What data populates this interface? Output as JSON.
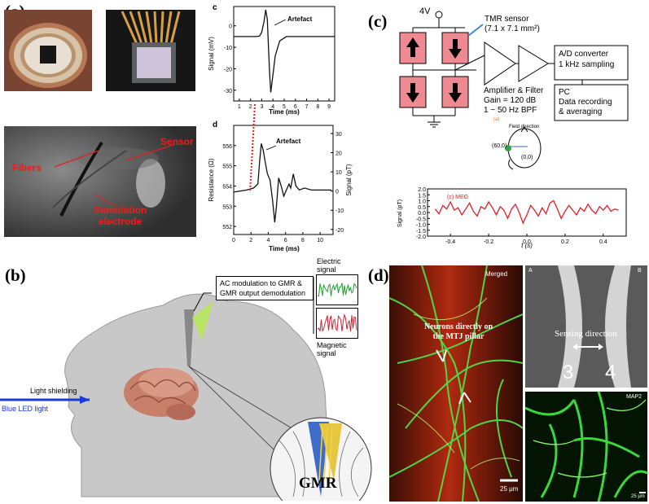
{
  "panel_a": {
    "label": "(a)",
    "micro": {
      "fibers": "Fibers",
      "sensor": "Sensor",
      "stim1": "Stimulation",
      "stim2": "electrode"
    },
    "chart_c": {
      "letter": "c",
      "ylabel": "Signal (mV)",
      "xlabel": "Time (ms)",
      "annotation": "Artefact",
      "yticks": [
        "0",
        "-10",
        "-20",
        "-30"
      ],
      "xticks": [
        "1",
        "2",
        "3",
        "4",
        "5",
        "6",
        "7",
        "8",
        "9"
      ]
    },
    "chart_d": {
      "letter": "d",
      "ylabel_left": "Resistance (Ω)",
      "ylabel_right": "Signal (pT)",
      "xlabel": "Time (ms)",
      "annotation": "Artefact",
      "yticks_left": [
        "556",
        "555",
        "554",
        "553",
        "552"
      ],
      "yticks_right": [
        "30",
        "20",
        "10",
        "0",
        "-10",
        "-20"
      ],
      "xticks": [
        "0",
        "2",
        "4",
        "6",
        "8",
        "10"
      ]
    }
  },
  "panel_b": {
    "label": "(b)",
    "ac_modulation_1": "AC modulation to GMR &",
    "ac_modulation_2": "GMR output demodulation",
    "electric_1": "Electric",
    "electric_2": "signal",
    "magnetic_1": "Magnetic",
    "magnetic_2": "signal",
    "light_shielding": "Light shielding",
    "blue_led": "Blue LED light",
    "gmr": "GMR",
    "colors": {
      "electric": "#2a9a3a",
      "magnetic": "#cc2233",
      "led": "#1a3ad8",
      "head": "#c8c8c8"
    }
  },
  "panel_c": {
    "label": "(c)",
    "voltage": "4V",
    "tmr_1": "TMR sensor",
    "tmr_2": "(7.1 x 7.1 mm²)",
    "adc_1": "A/D converter",
    "adc_2": "1 kHz sampling",
    "amp_1": "Amplifier & Filter",
    "amp_2": "Gain = 120 dB",
    "amp_3": "1 ~ 50 Hz BPF",
    "pc_1": "PC",
    "pc_2": "Data recording",
    "pc_3": "& averaging",
    "sub_a": "(a)",
    "field_direction": "Field direction",
    "coord_1": "(60,0)",
    "coord_2": "(0,0)",
    "meg_chart": {
      "legend": "(c) MEG",
      "ylabel": "Signal (pT)",
      "xlabel": "t (s)",
      "yticks": [
        "2.0",
        "1.5",
        "1.0",
        "0.5",
        "0.0",
        "-0.5",
        "-1.0",
        "-1.5",
        "-2.0"
      ],
      "xticks": [
        "-0.4",
        "-0.2",
        "0.0",
        "0.2",
        "0.4"
      ]
    },
    "colors": {
      "bridge": "#f08a92",
      "meg": "#e0202a"
    }
  },
  "panel_d": {
    "label": "(d)",
    "merged": "Merged",
    "neurons_1": "Neurons directly on",
    "neurons_2": "the MTJ pillar",
    "scale_left": "25 μm",
    "sub_a": "A",
    "sub_b": "B",
    "sensing_direction": "Sensing direction",
    "num_3": "3",
    "num_4": "4",
    "map2": "MAP2",
    "scale_right": "25 μm"
  },
  "chart_data": [
    {
      "type": "line",
      "title": "c",
      "xlabel": "Time (ms)",
      "ylabel": "Signal (mV)",
      "xlim": [
        0.5,
        9.5
      ],
      "ylim": [
        -35,
        9
      ],
      "series": [
        {
          "values": [
            [
              0.5,
              -5
            ],
            [
              2.4,
              -5
            ],
            [
              2.8,
              -4.8
            ],
            [
              3.0,
              -3
            ],
            [
              3.2,
              2
            ],
            [
              3.35,
              7.5
            ],
            [
              3.5,
              3
            ],
            [
              3.6,
              -10
            ],
            [
              3.7,
              -22
            ],
            [
              3.8,
              -31
            ],
            [
              3.95,
              -25
            ],
            [
              4.2,
              -14
            ],
            [
              4.6,
              -7
            ],
            [
              5.2,
              -5
            ],
            [
              9.5,
              -5
            ]
          ]
        }
      ]
    },
    {
      "type": "line",
      "title": "d",
      "xlabel": "Time (ms)",
      "ylabel": "Resistance (Ω)",
      "xlim": [
        0,
        11.5
      ],
      "ylim": [
        551.6,
        557.0
      ],
      "series": [
        {
          "values": [
            [
              0,
              553.7
            ],
            [
              1.5,
              553.8
            ],
            [
              2.3,
              553.9
            ],
            [
              2.8,
              554.1
            ],
            [
              3.0,
              555.2
            ],
            [
              3.2,
              556.1
            ],
            [
              3.4,
              555.8
            ],
            [
              3.6,
              555.3
            ],
            [
              3.9,
              554.6
            ],
            [
              4.2,
              554.3
            ],
            [
              4.5,
              553.3
            ],
            [
              4.75,
              552.2
            ],
            [
              4.95,
              553.0
            ],
            [
              5.2,
              554.4
            ],
            [
              5.5,
              554.0
            ],
            [
              5.8,
              553.5
            ],
            [
              6.1,
              553.8
            ],
            [
              6.4,
              554.1
            ],
            [
              6.6,
              553.9
            ],
            [
              6.9,
              554.6
            ],
            [
              7.2,
              554.0
            ],
            [
              7.6,
              553.8
            ],
            [
              8.2,
              553.9
            ],
            [
              9,
              553.8
            ],
            [
              11.3,
              553.8
            ]
          ]
        }
      ]
    },
    {
      "type": "line",
      "title": "",
      "xlabel": "t (s)",
      "ylabel": "Signal (pT)",
      "xlim": [
        -0.52,
        0.52
      ],
      "ylim": [
        -2.0,
        2.0
      ],
      "series": [
        {
          "name": "MEG",
          "values": [
            [
              -0.48,
              0.3
            ],
            [
              -0.46,
              -0.1
            ],
            [
              -0.44,
              0.6
            ],
            [
              -0.42,
              0.3
            ],
            [
              -0.4,
              0.9
            ],
            [
              -0.38,
              0.2
            ],
            [
              -0.36,
              0.4
            ],
            [
              -0.34,
              -0.2
            ],
            [
              -0.32,
              0.3
            ],
            [
              -0.3,
              0.8
            ],
            [
              -0.28,
              0.1
            ],
            [
              -0.26,
              -0.3
            ],
            [
              -0.24,
              0.5
            ],
            [
              -0.22,
              0.3
            ],
            [
              -0.2,
              0.9
            ],
            [
              -0.18,
              0.4
            ],
            [
              -0.16,
              -0.2
            ],
            [
              -0.14,
              0.5
            ],
            [
              -0.12,
              0.2
            ],
            [
              -0.1,
              -0.5
            ],
            [
              -0.08,
              0.3
            ],
            [
              -0.06,
              0.7
            ],
            [
              -0.04,
              0.0
            ],
            [
              -0.02,
              -0.9
            ],
            [
              0.0,
              -0.2
            ],
            [
              0.02,
              0.6
            ],
            [
              0.04,
              0.2
            ],
            [
              0.06,
              -0.3
            ],
            [
              0.08,
              0.4
            ],
            [
              0.1,
              -0.1
            ],
            [
              0.12,
              0.8
            ],
            [
              0.14,
              1.0
            ],
            [
              0.16,
              0.3
            ],
            [
              0.18,
              -0.5
            ],
            [
              0.2,
              0.1
            ],
            [
              0.22,
              0.6
            ],
            [
              0.24,
              0.2
            ],
            [
              0.26,
              -0.2
            ],
            [
              0.28,
              0.4
            ],
            [
              0.3,
              0.1
            ],
            [
              0.32,
              0.7
            ],
            [
              0.34,
              0.2
            ],
            [
              0.36,
              -0.1
            ],
            [
              0.38,
              0.5
            ],
            [
              0.4,
              0.2
            ],
            [
              0.42,
              0.6
            ],
            [
              0.44,
              0.1
            ],
            [
              0.46,
              0.3
            ],
            [
              0.48,
              0.2
            ]
          ]
        }
      ]
    }
  ]
}
